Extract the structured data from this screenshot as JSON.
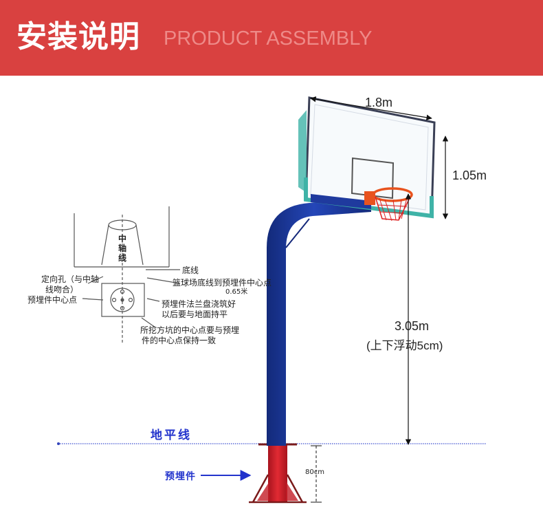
{
  "header": {
    "title": "安装说明",
    "subtitle": "PRODUCT ASSEMBLY"
  },
  "dimensions": {
    "backboard_width": "1.8m",
    "backboard_height": "1.05m",
    "rim_height": "3.05m",
    "rim_height_note": "(上下浮动5cm)",
    "embed_depth": "80cm"
  },
  "ground_line_label": "地平线",
  "embedded_part_label": "预埋件",
  "detail": {
    "center_axis": "中轴线",
    "positioning_hole": [
      "定向孔（与中轴",
      "线吻合）"
    ],
    "embed_center": "预埋件中心点",
    "baseline": "底线",
    "court_baseline": "篮球场底线到预埋件中心点",
    "distance": "0.65米",
    "flange": [
      "预埋件法兰盘浇筑好",
      "以后要与地面持平"
    ],
    "pit_center": [
      "所挖方坑的中心点要与预埋",
      "件的中心点保持一致"
    ]
  },
  "colors": {
    "header_bg": "#d94140",
    "pole": "#1f3a9e",
    "base": "#d21f2a",
    "ground_line": "#5b6bd8",
    "rim": "#e8531e",
    "backboard_trim": "#3fb3a7"
  }
}
